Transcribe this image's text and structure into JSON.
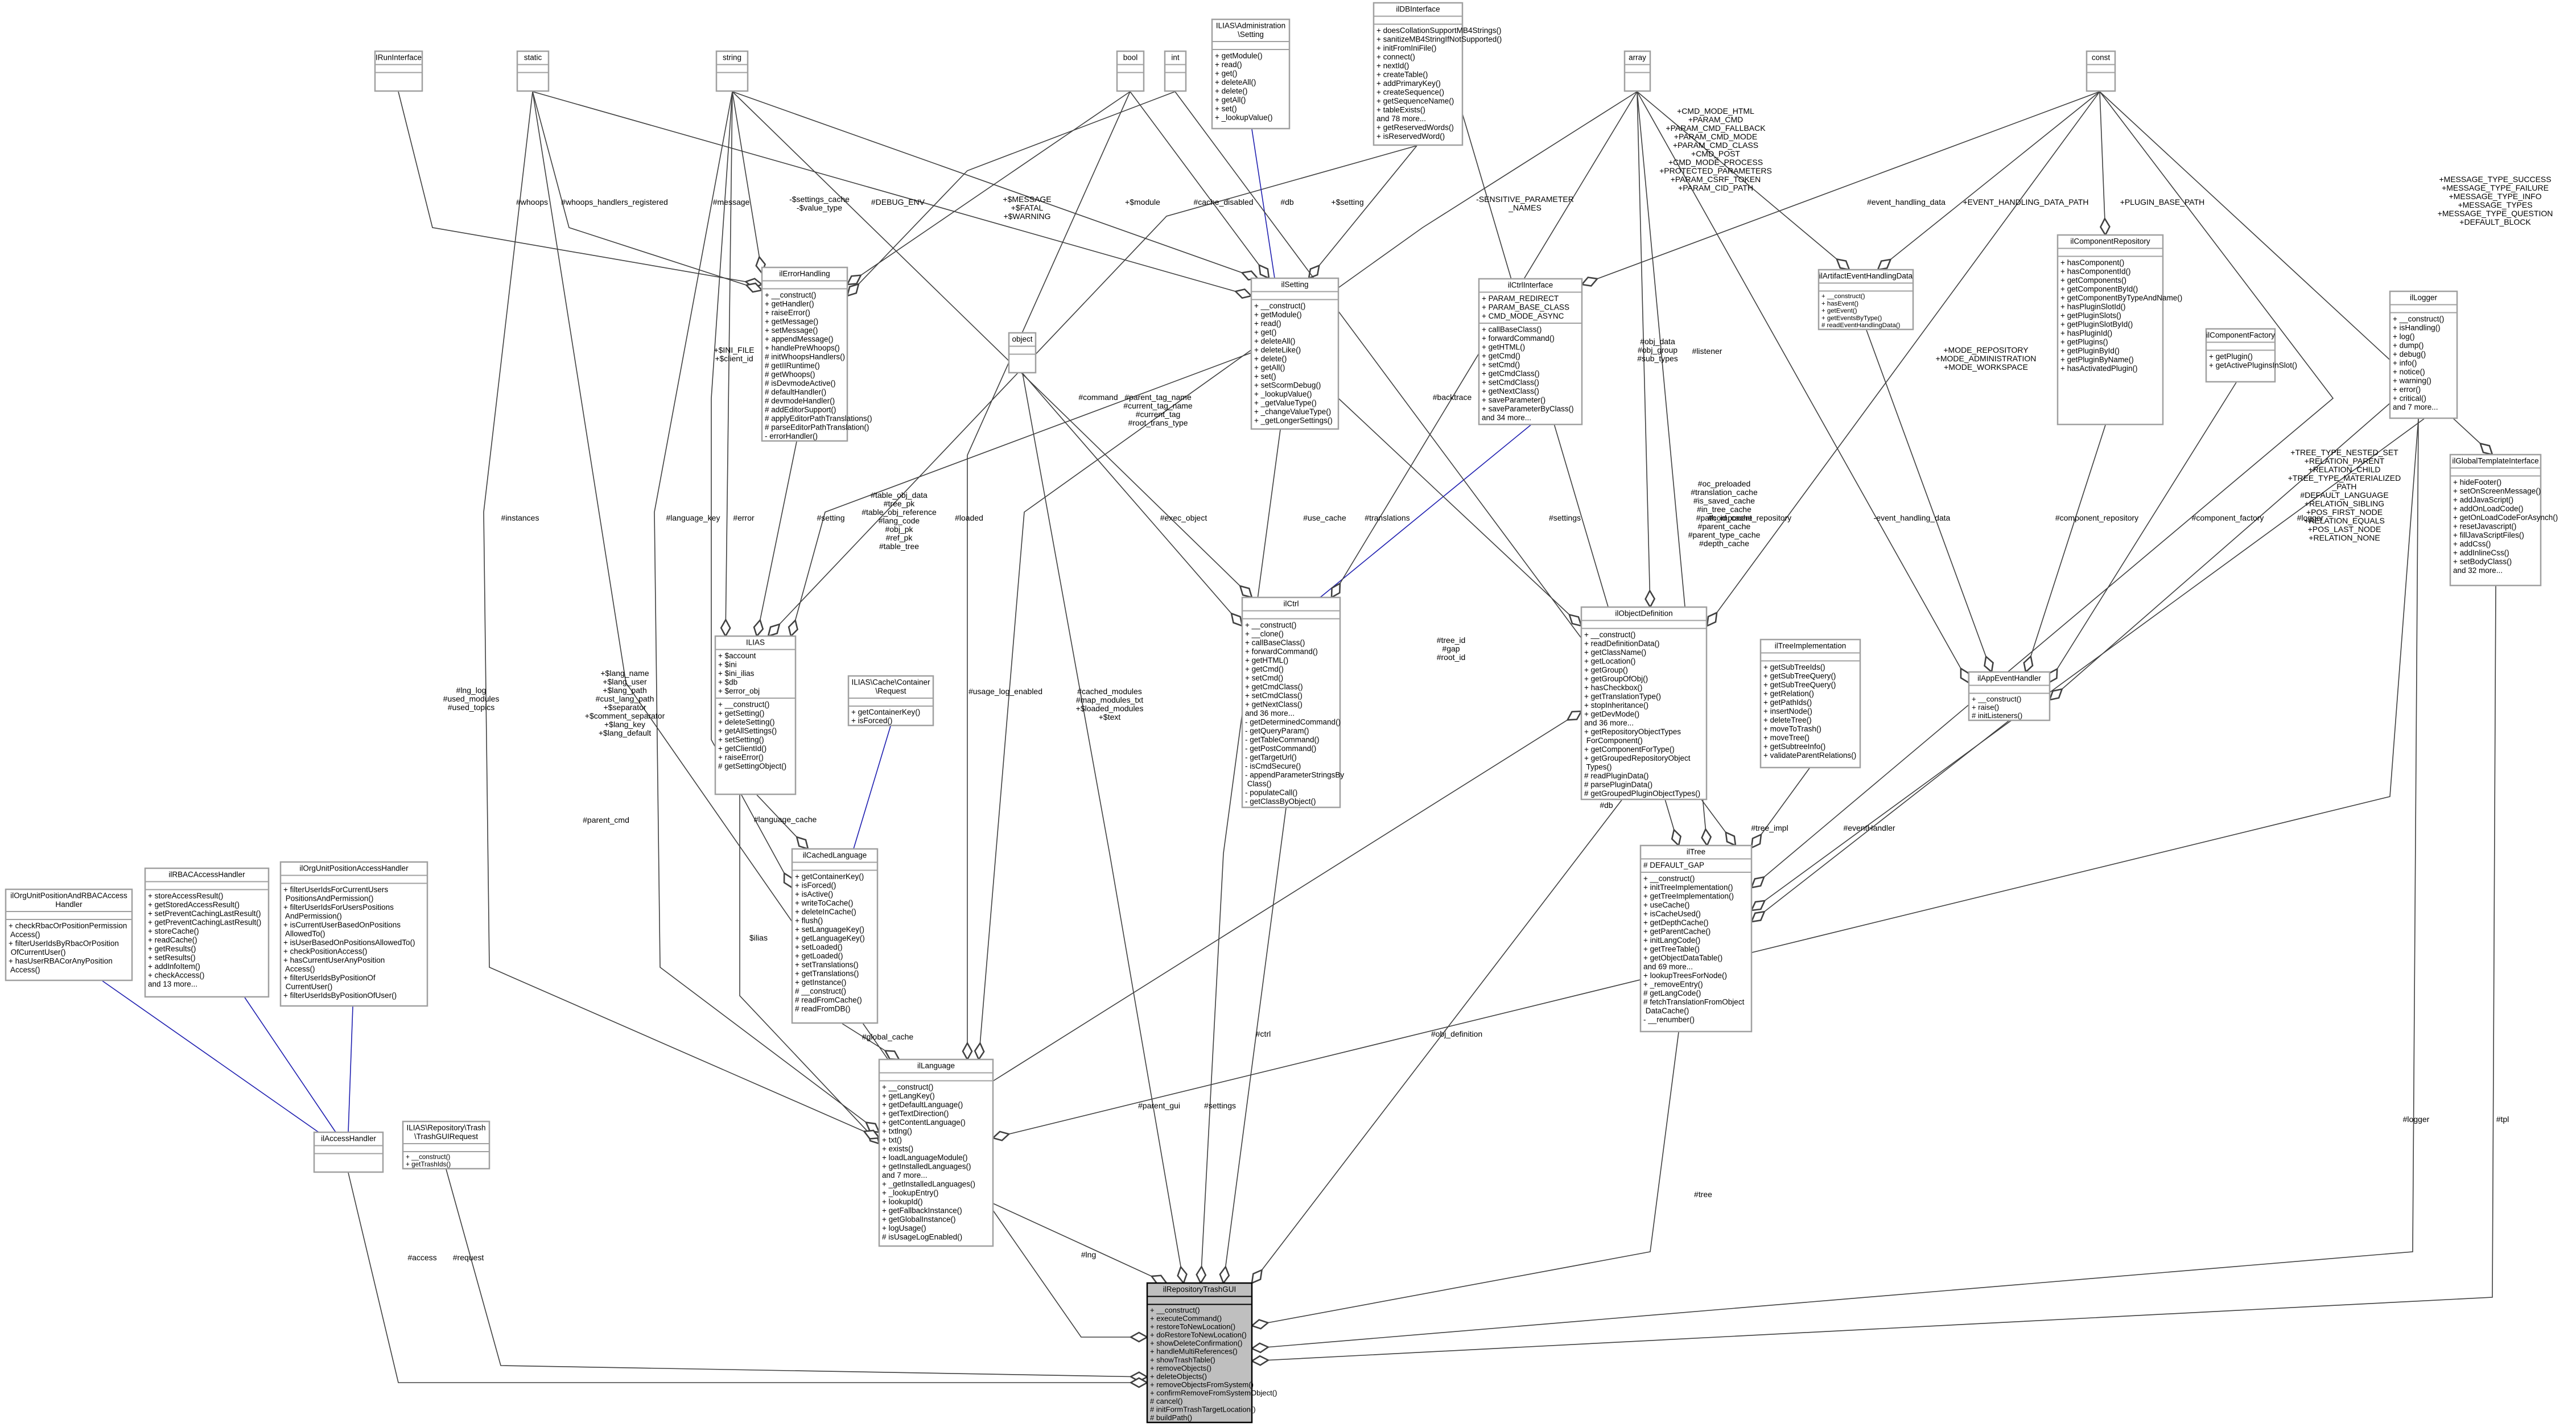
{
  "diagram": {
    "nodes": [
      {
        "id": "ilRepositoryTrashGUI",
        "title": "ilRepositoryTrashGUI",
        "focus": true,
        "attrs": [],
        "ops": [
          "+ __construct()",
          "+ executeCommand()",
          "+ restoreToNewLocation()",
          "+ doRestoreToNewLocation()",
          "+ showDeleteConfirmation()",
          "+ handleMultiReferences()",
          "+ showTrashTable()",
          "+ removeObjects()",
          "+ deleteObjects()",
          "+ removeObjectsFromSystem()",
          "+ confirmRemoveFromSystemObject()",
          "# cancel()",
          "# initFormTrashTargetLocation()",
          "# buildPath()"
        ]
      },
      {
        "id": "ilRepositoryTrashGUIRequest",
        "title": "ILIAS\\Repository\\Trash\n\\TrashGUIRequest",
        "attrs": [],
        "ops": [
          "+ __construct()",
          "+ getTrashIds()"
        ]
      },
      {
        "id": "ilAccessHandler",
        "title": "ilAccessHandler",
        "attrs": [],
        "ops": []
      },
      {
        "id": "ilOrgUnitPositionAndRBACAccessHandler",
        "title": "ilOrgUnitPositionAndRBACAccess\nHandler",
        "attrs": [],
        "ops": [
          "+ checkRbacOrPositionPermission\nAccess()",
          "+ filterUserIdsByRbacOrPosition\nOfCurrentUser()",
          "+ hasUserRBACorAnyPosition\nAccess()"
        ]
      },
      {
        "id": "ilRBACAccessHandler",
        "title": "ilRBACAccessHandler",
        "attrs": [],
        "ops": [
          "+ storeAccessResult()",
          "+ getStoredAccessResult()",
          "+ setPreventCachingLastResult()",
          "+ getPreventCachingLastResult()",
          "+ storeCache()",
          "+ readCache()",
          "+ getResults()",
          "+ setResults()",
          "+ addInfoItem()",
          "+ checkAccess()",
          "and 13 more..."
        ]
      },
      {
        "id": "ilOrgUnitPositionAccessHandler",
        "title": "ilOrgUnitPositionAccessHandler",
        "attrs": [],
        "ops": [
          "+ filterUserIdsForCurrentUsers\nPositionsAndPermission()",
          "+ filterUserIdsForUsersPositions\nAndPermission()",
          "+ isCurrentUserBasedOnPositions\nAllowedTo()",
          "+ isUserBasedOnPositionsAllowedTo()",
          "+ checkPositionAccess()",
          "+ hasCurrentUserAnyPosition\nAccess()",
          "+ filterUserIdsByPositionOf\nCurrentUser()",
          "+ filterUserIdsByPositionOfUser()"
        ]
      },
      {
        "id": "ilLanguage",
        "title": "ilLanguage",
        "attrs": [],
        "ops": [
          "+ __construct()",
          "+ getLangKey()",
          "+ getDefaultLanguage()",
          "+ getTextDirection()",
          "+ getContentLanguage()",
          "+ txtlng()",
          "+ txt()",
          "+ exists()",
          "+ loadLanguageModule()",
          "+ getInstalledLanguages()",
          "and 7 more...",
          "+ _getInstalledLanguages()",
          "+ _lookupEntry()",
          "+ lookupId()",
          "+ getFallbackInstance()",
          "+ getGlobalInstance()",
          "+ logUsage()",
          "# isUsageLogEnabled()"
        ]
      },
      {
        "id": "ilCachedLanguage",
        "title": "ilCachedLanguage",
        "attrs": [],
        "ops": [
          "+ getContainerKey()",
          "+ isForced()",
          "+ isActive()",
          "+ writeToCache()",
          "+ deleteInCache()",
          "+ flush()",
          "+ setLanguageKey()",
          "+ getLanguageKey()",
          "+ setLoaded()",
          "+ getLoaded()",
          "+ setTranslations()",
          "+ getTranslations()",
          "+ getInstance()",
          "# __construct()",
          "# readFromCache()",
          "# readFromDB()"
        ]
      },
      {
        "id": "ILIAS",
        "title": "ILIAS",
        "attrs": [
          "+ $account",
          "+ $ini",
          "+ $ini_ilias",
          "+ $db",
          "+ $error_obj"
        ],
        "ops": [
          "+ __construct()",
          "+ getSetting()",
          "+ deleteSetting()",
          "+ getAllSettings()",
          "+ setSetting()",
          "+ getClientId()",
          "+ raiseError()",
          "# getSettingObject()"
        ]
      },
      {
        "id": "ilErrorHandling",
        "title": "ilErrorHandling",
        "attrs": [],
        "ops": [
          "+ __construct()",
          "+ getHandler()",
          "+ raiseError()",
          "+ getMessage()",
          "+ setMessage()",
          "+ appendMessage()",
          "+ handlePreWhoops()",
          "# initWhoopsHandlers()",
          "# getIIRuntime()",
          "# getWhoops()",
          "# isDevmodeActive()",
          "# defaultHandler()",
          "# devmodeHandler()",
          "# addEditorSupport()",
          "# applyEditorPathTranslations()",
          "# parseEditorPathTranslation()",
          "- errorHandler()"
        ]
      },
      {
        "id": "ilCacheContainerRequest",
        "title": "ILIAS\\Cache\\Container\n\\Request",
        "attrs": [],
        "ops": [
          "+ getContainerKey()",
          "+ isForced()"
        ]
      },
      {
        "id": "ilSetting",
        "title": "ilSetting",
        "attrs": [],
        "ops": [
          "+ __construct()",
          "+ getModule()",
          "+ read()",
          "+ get()",
          "+ deleteAll()",
          "+ deleteLike()",
          "+ delete()",
          "+ getAll()",
          "+ set()",
          "+ setScormDebug()",
          "+ _lookupValue()",
          "+ _getValueType()",
          "+ _changeValueType()",
          "+ _getLongerSettings()"
        ]
      },
      {
        "id": "ilAdministrationSetting",
        "title": "ILIAS\\Administration\n\\Setting",
        "attrs": [],
        "ops": [
          "+ getModule()",
          "+ read()",
          "+ get()",
          "+ deleteAll()",
          "+ delete()",
          "+ getAll()",
          "+ set()",
          "+ _lookupValue()"
        ]
      },
      {
        "id": "ilDBInterface",
        "title": "ilDBInterface",
        "attrs": [],
        "ops": [
          "+ doesCollationSupportMB4Strings()",
          "+ sanitizeMB4StringIfNotSupported()",
          "+ initFromIniFile()",
          "+ connect()",
          "+ nextId()",
          "+ createTable()",
          "+ addPrimaryKey()",
          "+ createSequence()",
          "+ getSequenceName()",
          "+ tableExists()",
          "and 78 more...",
          "+ getReservedWords()",
          "+ isReservedWord()"
        ]
      },
      {
        "id": "ilCtrl",
        "title": "ilCtrl",
        "attrs": [],
        "ops": [
          "+ __construct()",
          "+ __clone()",
          "+ callBaseClass()",
          "+ forwardCommand()",
          "+ getHTML()",
          "+ getCmd()",
          "+ setCmd()",
          "+ getCmdClass()",
          "+ setCmdClass()",
          "+ getNextClass()",
          "and 36 more...",
          "- getDeterminedCommand()",
          "- getQueryParam()",
          "- getTableCommand()",
          "- getPostCommand()",
          "- getTargetUrl()",
          "- isCmdSecure()",
          "- appendParameterStringsBy\nClass()",
          "- populateCall()",
          "- getClassByObject()"
        ]
      },
      {
        "id": "ilCtrlInterface",
        "title": "ilCtrlInterface",
        "attrs": [
          "+ PARAM_REDIRECT",
          "+ PARAM_BASE_CLASS",
          "+ CMD_MODE_ASYNC"
        ],
        "ops": [
          "+ callBaseClass()",
          "+ forwardCommand()",
          "+ getHTML()",
          "+ getCmd()",
          "+ setCmd()",
          "+ getCmdClass()",
          "+ setCmdClass()",
          "+ getNextClass()",
          "+ saveParameter()",
          "+ saveParameterByClass()",
          "and 34 more..."
        ]
      },
      {
        "id": "ilObjectDefinition",
        "title": "ilObjectDefinition",
        "attrs": [],
        "ops": [
          "+ __construct()",
          "+ readDefinitionData()",
          "+ getClassName()",
          "+ getLocation()",
          "+ getGroup()",
          "+ getGroupOfObj()",
          "+ hasCheckbox()",
          "+ getTranslationType()",
          "+ stopInheritance()",
          "+ getDevMode()",
          "and 36 more...",
          "+ getRepositoryObjectTypes\nForComponent()",
          "+ getComponentForType()",
          "+ getGroupedRepositoryObject\nTypes()",
          "# readPluginData()",
          "# parsePluginData()",
          "# getGroupedPluginObjectTypes()"
        ]
      },
      {
        "id": "ilTree",
        "title": "ilTree",
        "attrs": [
          "# DEFAULT_GAP"
        ],
        "ops": [
          "+ __construct()",
          "+ initTreeImplementation()",
          "+ getTreeImplementation()",
          "+ useCache()",
          "+ isCacheUsed()",
          "+ getDepthCache()",
          "+ getParentCache()",
          "+ initLangCode()",
          "+ getTreeTable()",
          "+ getObjectDataTable()",
          "and 69 more...",
          "+ lookupTreesForNode()",
          "+ _removeEntry()",
          "# getLangCode()",
          "# fetchTranslationFromObject\nDataCache()",
          "- __renumber()"
        ]
      },
      {
        "id": "ilTreeImplementation",
        "title": "ilTreeImplementation",
        "attrs": [],
        "ops": [
          "+ getSubTreeIds()",
          "+ getSubTreeQuery()",
          "+ getSubTreeQuery()",
          "+ getRelation()",
          "+ getPathIds()",
          "+ insertNode()",
          "+ deleteTree()",
          "+ moveToTrash()",
          "+ moveTree()",
          "+ getSubtreeInfo()",
          "+ validateParentRelations()"
        ]
      },
      {
        "id": "ilAppEventHandler",
        "title": "ilAppEventHandler",
        "attrs": [],
        "ops": [
          "+ __construct()",
          "+ raise()",
          "# initListeners()"
        ]
      },
      {
        "id": "ilArtifactEventHandlingData",
        "title": "ilArtifactEventHandlingData",
        "attrs": [],
        "ops": [
          "+ __construct()",
          "+ hasEvent()",
          "+ getEvent()",
          "+ getEventsByType()",
          "# readEventHandlingData()"
        ]
      },
      {
        "id": "ilComponentRepository",
        "title": "ilComponentRepository",
        "attrs": [],
        "ops": [
          "+ hasComponent()",
          "+ hasComponentId()",
          "+ getComponents()",
          "+ getComponentById()",
          "+ getComponentByTypeAndName()",
          "+ hasPluginSlotId()",
          "+ getPluginSlots()",
          "+ getPluginSlotById()",
          "+ hasPluginId()",
          "+ getPlugins()",
          "+ getPluginById()",
          "+ getPluginByName()",
          "+ hasActivatedPlugin()"
        ]
      },
      {
        "id": "ilComponentFactory",
        "title": "ilComponentFactory",
        "attrs": [],
        "ops": [
          "+ getPlugin()",
          "+ getActivePluginsInSlot()"
        ]
      },
      {
        "id": "ilLogger",
        "title": "ilLogger",
        "attrs": [],
        "ops": [
          "+ __construct()",
          "+ isHandling()",
          "+ log()",
          "+ dump()",
          "+ debug()",
          "+ info()",
          "+ notice()",
          "+ warning()",
          "+ error()",
          "+ critical()",
          "and 7 more..."
        ]
      },
      {
        "id": "ilGlobalTemplateInterface",
        "title": "ilGlobalTemplateInterface",
        "attrs": [],
        "ops": [
          "+ hideFooter()",
          "+ setOnScreenMessage()",
          "+ addJavaScript()",
          "+ addOnLoadCode()",
          "+ getOnLoadCodeForAsynch()",
          "+ resetJavascript()",
          "+ fillJavaScriptFiles()",
          "+ addCss()",
          "+ addInlineCss()",
          "+ setBodyClass()",
          "and 32 more..."
        ]
      },
      {
        "id": "IRunInterface",
        "title": "IRunInterface",
        "attrs": [],
        "ops": []
      },
      {
        "id": "static",
        "title": "static",
        "attrs": [],
        "ops": []
      },
      {
        "id": "string",
        "title": "string",
        "attrs": [],
        "ops": []
      },
      {
        "id": "bool",
        "title": "bool",
        "attrs": [],
        "ops": []
      },
      {
        "id": "int",
        "title": "int",
        "attrs": [],
        "ops": []
      },
      {
        "id": "array",
        "title": "array",
        "attrs": [],
        "ops": []
      },
      {
        "id": "const",
        "title": "const",
        "attrs": [],
        "ops": []
      },
      {
        "id": "object",
        "title": "object",
        "attrs": [],
        "ops": []
      }
    ],
    "edge_labels": [
      {
        "id": "l-access",
        "text": "#access"
      },
      {
        "id": "l-request",
        "text": "#request"
      },
      {
        "id": "l-lng",
        "text": "#lng"
      },
      {
        "id": "l-tree",
        "text": "#tree"
      },
      {
        "id": "l-logger",
        "text": "#logger"
      },
      {
        "id": "l-tpl",
        "text": "#tpl"
      },
      {
        "id": "l-parent-gui",
        "text": "#parent_gui"
      },
      {
        "id": "l-settings",
        "text": "#settings"
      },
      {
        "id": "l-ctrl",
        "text": "#ctrl"
      },
      {
        "id": "l-obj-definition",
        "text": "#obj_definition"
      },
      {
        "id": "l-parent-cmd",
        "text": "#parent_cmd"
      },
      {
        "id": "l-global-cache",
        "text": "#global_cache"
      },
      {
        "id": "l-ilias",
        "text": "$ilias"
      },
      {
        "id": "l-language-cache",
        "text": "#language_cache"
      },
      {
        "id": "l-lng-log",
        "text": "#lng_log\n#used_modules\n#used_topics"
      },
      {
        "id": "l-lang-fields",
        "text": "+$lang_name\n+$lang_user\n+$lang_path\n#cust_lang_path\n+$separator\n+$comment_separator\n+$lang_key\n+$lang_default"
      },
      {
        "id": "l-instances",
        "text": "#instances"
      },
      {
        "id": "l-language-key",
        "text": "#language_key"
      },
      {
        "id": "l-error",
        "text": "#error"
      },
      {
        "id": "l-ini-file",
        "text": "+$INI_FILE\n+$client_id"
      },
      {
        "id": "l-setting",
        "text": "#setting"
      },
      {
        "id": "l-table-obj",
        "text": "#table_obj_data\n#tree_pk\n#table_obj_reference\n#lang_code\n#obj_pk\n#ref_pk\n#table_tree"
      },
      {
        "id": "l-loaded",
        "text": "#loaded"
      },
      {
        "id": "l-usage-log",
        "text": "#usage_log_enabled"
      },
      {
        "id": "l-cached-modules",
        "text": "#cached_modules\n#map_modules_txt\n+$loaded_modules\n+$text"
      },
      {
        "id": "l-parent-tag",
        "text": "#parent_tag_name\n#current_tag_name\n#current_tag\n#root_trans_type"
      },
      {
        "id": "l-exec-object",
        "text": "#exec_object"
      },
      {
        "id": "l-cmd",
        "text": "#command"
      },
      {
        "id": "l-ui-cache",
        "text": "#use_cache"
      },
      {
        "id": "l-translations",
        "text": "#translations"
      },
      {
        "id": "l-settings2",
        "text": "#settings"
      },
      {
        "id": "l-db",
        "text": "#db"
      },
      {
        "id": "l-obj-data",
        "text": "#obj_data\n#obj_group\n#sub_types"
      },
      {
        "id": "l-tree-id",
        "text": "#tree_id\n#gap\n#root_id"
      },
      {
        "id": "l-oc-preloaded",
        "text": "#oc_preloaded\n#translation_cache\n#is_saved_cache\n#in_tree_cache\n#path_id_cache\n#parent_cache\n#parent_type_cache\n#depth_cache"
      },
      {
        "id": "l-tree-impl",
        "text": "#tree_impl"
      },
      {
        "id": "l-event-handler",
        "text": "#eventHandler"
      },
      {
        "id": "l-component-repo",
        "text": "#component_repository"
      },
      {
        "id": "l-event-handling-data",
        "text": "-event_handling_data"
      },
      {
        "id": "l-component-repo2",
        "text": "#component_repository"
      },
      {
        "id": "l-component-factory",
        "text": "#component_factory"
      },
      {
        "id": "l-logger2",
        "text": "#logger"
      },
      {
        "id": "l-listener",
        "text": "#listener"
      },
      {
        "id": "l-whoops",
        "text": "#whoops"
      },
      {
        "id": "l-whoops-handlers",
        "text": "#whoops_handlers_registered"
      },
      {
        "id": "l-message",
        "text": "#message"
      },
      {
        "id": "l-settings-cache",
        "text": "-$settings_cache\n-$value_type"
      },
      {
        "id": "l-debug-env",
        "text": "#DEBUG_ENV"
      },
      {
        "id": "l-message-fatal",
        "text": "+$MESSAGE\n+$FATAL\n+$WARNING"
      },
      {
        "id": "l-module",
        "text": "+$module"
      },
      {
        "id": "l-cache-disabled",
        "text": "#cache_disabled"
      },
      {
        "id": "l-db2",
        "text": "#db"
      },
      {
        "id": "l-setting2",
        "text": "+$setting"
      },
      {
        "id": "l-sensitive",
        "text": "-SENSITIVE_PARAMETER\n_NAMES"
      },
      {
        "id": "l-cmd-mode",
        "text": "+CMD_MODE_HTML\n+PARAM_CMD\n+PARAM_CMD_FALLBACK\n+PARAM_CMD_MODE\n+PARAM_CMD_CLASS\n+CMD_POST\n+CMD_MODE_PROCESS\n+PROTECTED_PARAMETERS\n+PARAM_CSRF_TOKEN\n+PARAM_CID_PATH"
      },
      {
        "id": "l-event-handling-data2",
        "text": "#event_handling_data"
      },
      {
        "id": "l-event-handling-path",
        "text": "+EVENT_HANDLING_DATA_PATH"
      },
      {
        "id": "l-plugin-base-path",
        "text": "+PLUGIN_BASE_PATH"
      },
      {
        "id": "l-message-types",
        "text": "+MESSAGE_TYPE_SUCCESS\n+MESSAGE_TYPE_FAILURE\n+MESSAGE_TYPE_INFO\n+MESSAGE_TYPES\n+MESSAGE_TYPE_QUESTION\n+DEFAULT_BLOCK"
      },
      {
        "id": "l-mode-repo",
        "text": "+MODE_REPOSITORY\n+MODE_ADMINISTRATION\n+MODE_WORKSPACE"
      },
      {
        "id": "l-tree-type",
        "text": "+TREE_TYPE_NESTED_SET\n+RELATION_PARENT\n+RELATION_CHILD\n+TREE_TYPE_MATERIALIZED\n_PATH\n#DEFAULT_LANGUAGE\n+RELATION_SIBLING\n+POS_FIRST_NODE\n+RELATION_EQUALS\n+POS_LAST_NODE\n+RELATION_NONE"
      },
      {
        "id": "l-backtrace",
        "text": "#backtrace"
      }
    ]
  }
}
